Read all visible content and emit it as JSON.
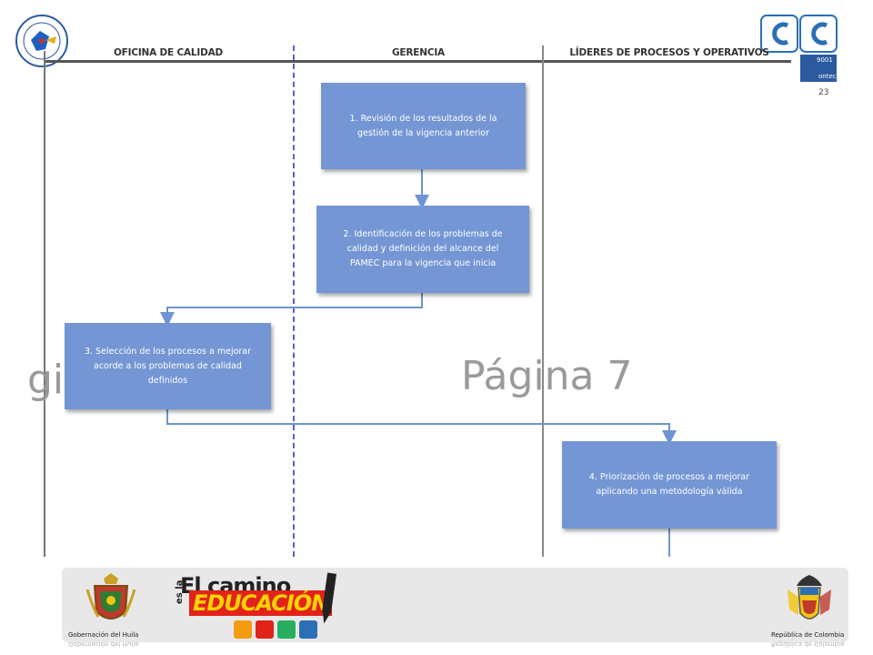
{
  "lanes": {
    "oficina_calidad": "OFICINA DE CALIDAD",
    "gerencia": "GERENCIA",
    "lideres": "LÍDERES DE PROCESOS Y OPERATIVOS"
  },
  "boxes": {
    "step1": "1. Revisión de los resultados de la gestión de la vigencia anterior",
    "step2": "2.  Identificación de los problemas de calidad y definición del alcance del PAMEC para la vigencia que inicia",
    "step3": "3.  Selección de los procesos a mejorar acorde a los problemas de calidad definidos",
    "step4": "4.  Priorización de procesos a mejorar aplicando una metodología válida"
  },
  "watermark": {
    "page_label": "Página 7",
    "partial_left": "gi"
  },
  "header": {
    "cert_number_fragment": "23",
    "cert_iso_fragment": "9001",
    "cert_org_fragment": "ontec"
  },
  "footer": {
    "gobernacion_caption": "Gobernación del Huila",
    "slogan_line1": "El camino",
    "slogan_es": "es la",
    "slogan_line2": "EDUCACIÓN",
    "republica_caption": "República de Colombia"
  },
  "colors": {
    "box_fill": "#7496d4",
    "connector": "#6f93d3",
    "dashed_lane": "#5060d8",
    "slogan_red": "#e2231a",
    "slogan_yellow": "#ffd400"
  }
}
